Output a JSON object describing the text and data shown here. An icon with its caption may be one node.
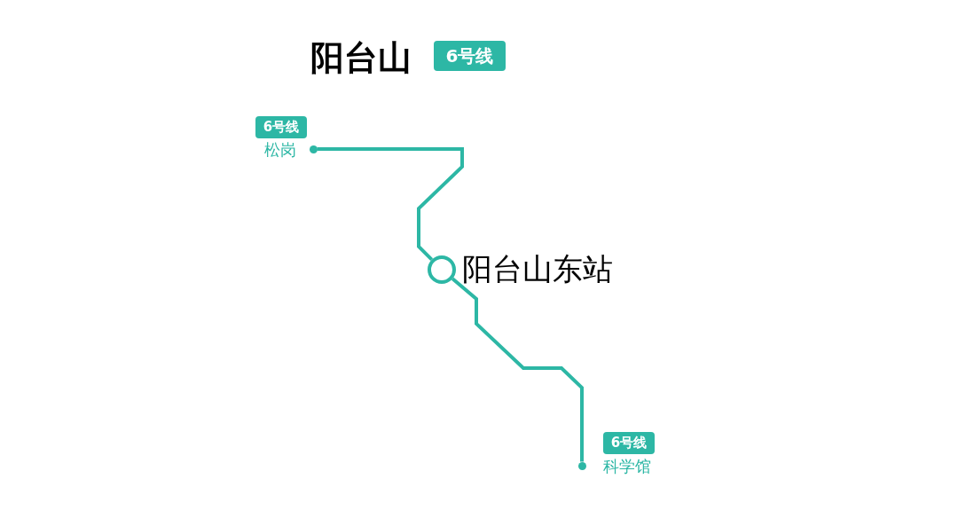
{
  "diagram": {
    "title": "阳台山",
    "nodes": [
      {
        "text": [
          "6号线"
        ]
      },
      {
        "text": [
          "6号线"
        ]
      },
      {
        "text": [],
        "shape": "circle"
      },
      {
        "text": [],
        "shape": "circle",
        "beside": [
          "阳台山东站"
        ]
      },
      {
        "text": [
          "6号线"
        ]
      },
      {
        "text": [],
        "shape": "circle"
      }
    ],
    "labels": [
      "松岗",
      "科学馆"
    ],
    "edges": [
      {
        "from": 2,
        "to": 3,
        "arrow": "none"
      },
      {
        "from": 3,
        "to": 5,
        "arrow": "none"
      }
    ]
  }
}
